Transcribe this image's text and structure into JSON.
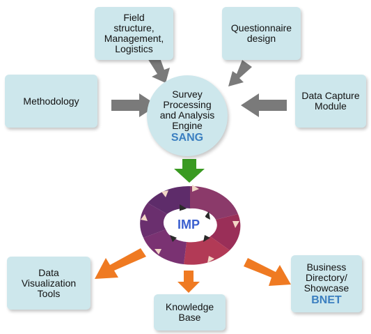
{
  "boxes": {
    "field_structure": [
      "Field",
      "structure,",
      "Management,",
      "Logistics"
    ],
    "questionnaire": [
      "Questionnaire",
      "design"
    ],
    "methodology": [
      "Methodology"
    ],
    "data_capture": [
      "Data Capture",
      "Module"
    ],
    "data_viz": [
      "Data",
      "Visualization",
      "Tools"
    ],
    "knowledge_base": [
      "Knowledge",
      "Base"
    ],
    "business_directory": [
      "Business",
      "Directory/",
      "Showcase"
    ]
  },
  "engine": {
    "lines": [
      "Survey",
      "Processing",
      "and Analysis",
      "Engine"
    ],
    "acronym": "SANG"
  },
  "bnet": "BNET",
  "imp": {
    "label": "IMP"
  },
  "colors": {
    "box_fill": "#cde7ec",
    "gray_arrow": "#7a7a7a",
    "green_arrow": "#3a9a22",
    "orange_arrow": "#ef7a22",
    "accent_text": "#3b7fc0"
  }
}
